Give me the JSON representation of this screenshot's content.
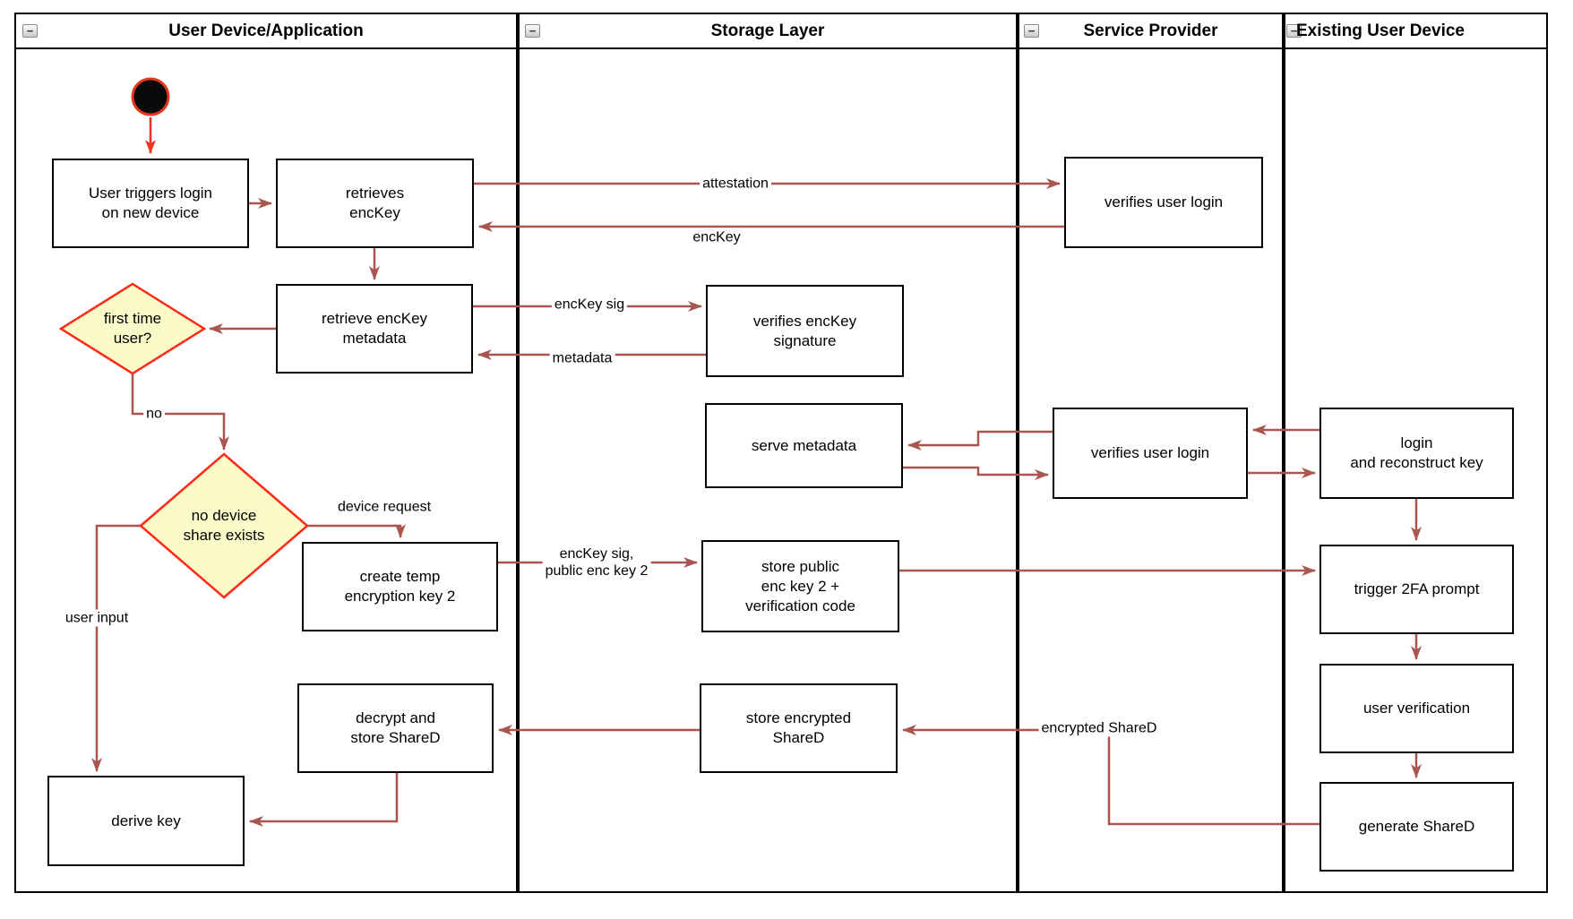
{
  "diagram": {
    "lanes": [
      {
        "title": "User Device/Application"
      },
      {
        "title": "Storage Layer"
      },
      {
        "title": "Service Provider"
      },
      {
        "title": "Existing User Device"
      }
    ],
    "icons": {
      "collapse_minus": "−"
    },
    "nodes": {
      "user_triggers": {
        "label": "User triggers login\non new device"
      },
      "retrieves_enckey": {
        "label": "retrieves\nencKey"
      },
      "retrieve_metadata": {
        "label": "retrieve encKey\nmetadata"
      },
      "first_time": {
        "label": "first time\nuser?"
      },
      "no_share": {
        "label": "no device\nshare exists"
      },
      "create_temp": {
        "label": "create temp\nencryption key 2"
      },
      "decrypt_store": {
        "label": "decrypt and\nstore ShareD"
      },
      "derive_key": {
        "label": "derive key"
      },
      "verifies_sig": {
        "label": "verifies encKey\nsignature"
      },
      "serve_metadata": {
        "label": "serve metadata"
      },
      "store_public": {
        "label": "store public\nenc key 2 +\nverification code"
      },
      "store_encrypted": {
        "label": "store encrypted\nShareD"
      },
      "verifies_login_top": {
        "label": "verifies user login"
      },
      "verifies_login_mid": {
        "label": "verifies user login"
      },
      "login_reconstruct": {
        "label": "login\nand reconstruct key"
      },
      "trigger_2fa": {
        "label": "trigger 2FA prompt"
      },
      "user_verification": {
        "label": "user verification"
      },
      "generate_shared": {
        "label": "generate ShareD"
      }
    },
    "edge_labels": {
      "attestation": "attestation",
      "enckey": "encKey",
      "enckey_sig": "encKey sig",
      "metadata": "metadata",
      "no": "no",
      "device_request": "device request",
      "user_input": "user input",
      "enckey_sig_public": "encKey sig,\npublic enc key 2",
      "encrypted_shared": "encrypted ShareD"
    },
    "colors": {
      "arrow": "#a8564f",
      "accent_red": "#ea3323",
      "diamond_border": "#ff2a16",
      "diamond_fill": "#fbfbc9",
      "border": "#000000"
    }
  }
}
